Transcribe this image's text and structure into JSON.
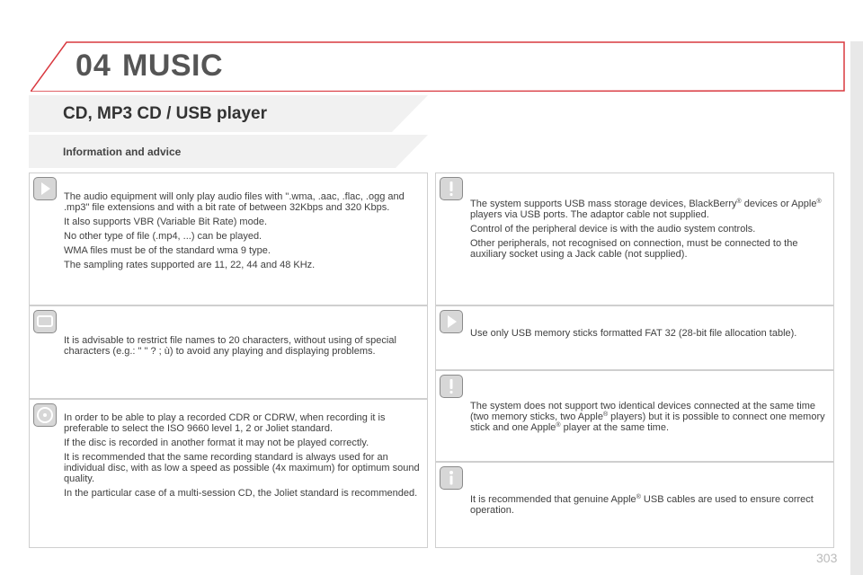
{
  "header": {
    "chapter_number": "04",
    "chapter_title": "MUSIC"
  },
  "section": {
    "title": "CD, MP3 CD / USB player",
    "subtitle": "Information and advice"
  },
  "left_boxes": [
    {
      "icon": "triangle-note-icon",
      "paragraphs": [
        "The audio equipment will only play audio files with \".wma, .aac, .flac, .ogg and .mp3\" file extensions and with a bit rate of between 32Kbps and 320 Kbps.",
        "It also supports VBR (Variable Bit Rate) mode.",
        "No other type of file (.mp4, ...) can be played.",
        "WMA files must be of the standard wma 9 type.",
        "The sampling rates supported are 11, 22, 44 and 48 KHz."
      ]
    },
    {
      "icon": "screen-icon",
      "paragraphs": [
        "It is advisable to restrict file names to 20 characters, without using of special characters (e.g.: \" \" ? ; ù) to avoid any playing and displaying problems."
      ]
    },
    {
      "icon": "disc-icon",
      "paragraphs": [
        "In order to be able to play a recorded CDR or CDRW, when recording it is preferable to select the ISO 9660 level 1, 2 or Joliet standard.",
        "If the disc is recorded in another format it may not be played correctly.",
        "It is recommended that the same recording standard is always used for an individual disc, with as low a speed as possible (4x maximum) for optimum sound quality.",
        "In the particular case of a multi-session CD, the Joliet standard is recommended."
      ]
    }
  ],
  "right_boxes": {
    "warning1": {
      "icon": "warning-icon",
      "p1_a": "The system supports USB mass storage devices, BlackBerry",
      "p1_b": " devices or Apple",
      "p1_c": " players via USB ports. The adaptor cable not supplied.",
      "p2": "Control of the peripheral device is with the audio system controls.",
      "p3": "Other peripherals, not recognised on connection, must be connected to the auxiliary socket using a Jack cable (not supplied)."
    },
    "note": {
      "icon": "triangle-note-icon",
      "p1": "Use only USB memory sticks formatted FAT 32 (28-bit file allocation table)."
    },
    "warning2": {
      "icon": "warning-icon",
      "p1_a": "The system does not support two identical devices connected at the same time (two memory sticks, two Apple",
      "p1_b": " players) but it is possible to connect one memory stick and one Apple",
      "p1_c": " player at the same time."
    },
    "info": {
      "icon": "info-icon",
      "p1_a": "It is recommended that genuine Apple",
      "p1_b": " USB cables are used to ensure correct operation."
    }
  },
  "registered_mark": "®",
  "page_number": "303"
}
